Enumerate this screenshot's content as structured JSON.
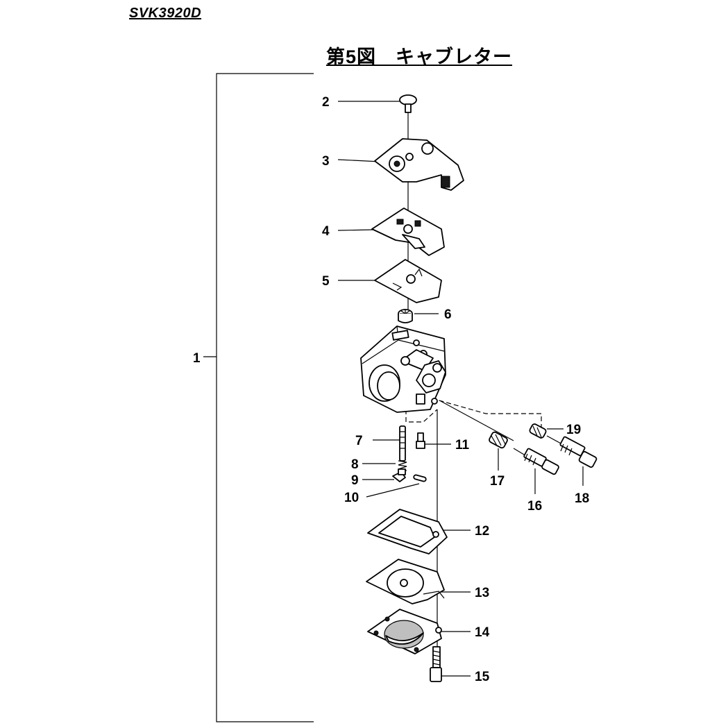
{
  "header": {
    "model": "SVK3920D",
    "title": "第5図　キャブレター"
  },
  "callouts": [
    "1",
    "2",
    "3",
    "4",
    "5",
    "6",
    "7",
    "8",
    "9",
    "10",
    "11",
    "12",
    "13",
    "14",
    "15",
    "16",
    "17",
    "18",
    "19"
  ]
}
